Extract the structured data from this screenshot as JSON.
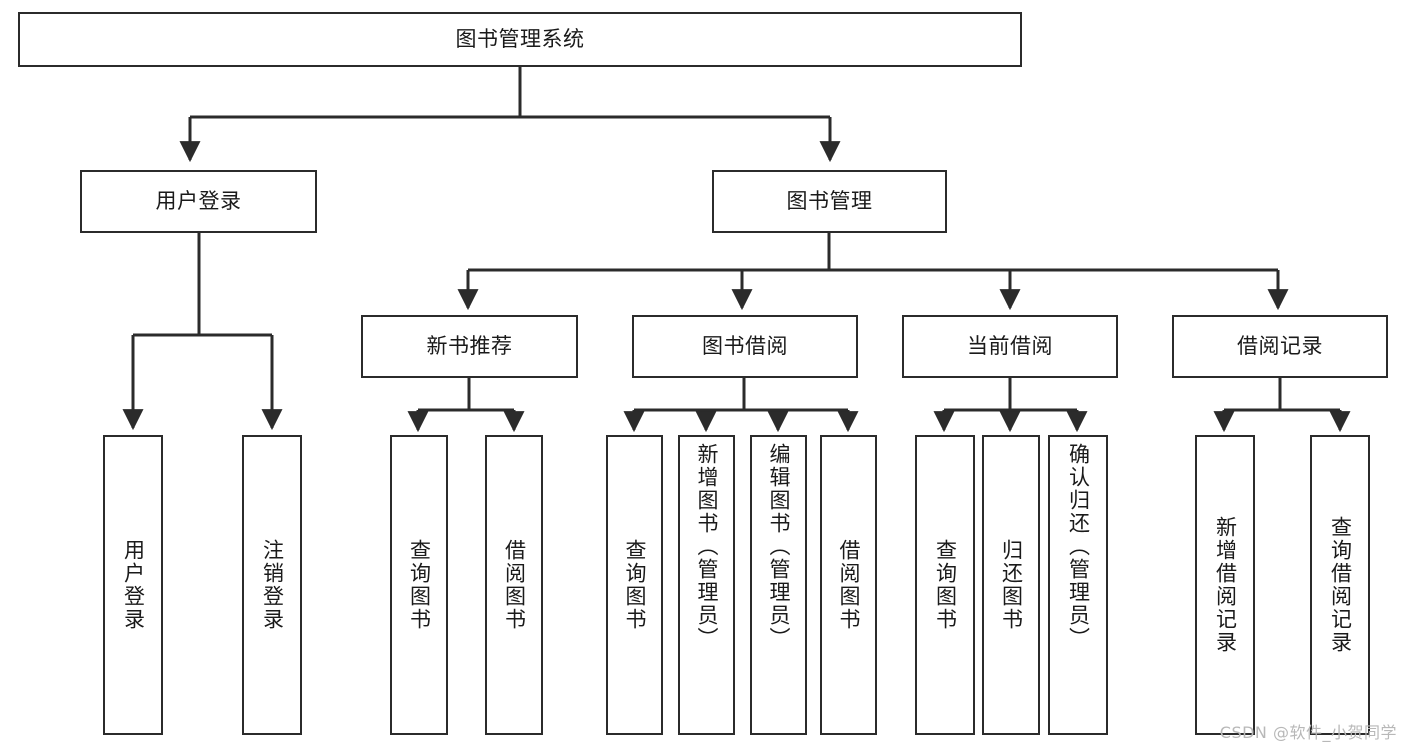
{
  "diagram": {
    "type": "tree",
    "title": "图书管理系统",
    "stroke_color": "#2b2b2b",
    "background_color": "#ffffff",
    "watermark": "CSDN @软件_小贺同学",
    "nodes": {
      "root": "图书管理系统",
      "level1": [
        "用户登录",
        "图书管理"
      ],
      "level2": [
        "新书推荐",
        "图书借阅",
        "当前借阅",
        "借阅记录"
      ],
      "leaves": {
        "user_login": [
          "用户登录",
          "注销登录"
        ],
        "new_book_rec": [
          "查询图书",
          "借阅图书"
        ],
        "book_borrow": [
          "查询图书",
          "新增图书（管理员）",
          "编辑图书（管理员）",
          "借阅图书"
        ],
        "current_borrow": [
          "查询图书",
          "归还图书",
          "确认归还（管理员）"
        ],
        "borrow_record": [
          "新增借阅记录",
          "查询借阅记录"
        ]
      }
    }
  }
}
